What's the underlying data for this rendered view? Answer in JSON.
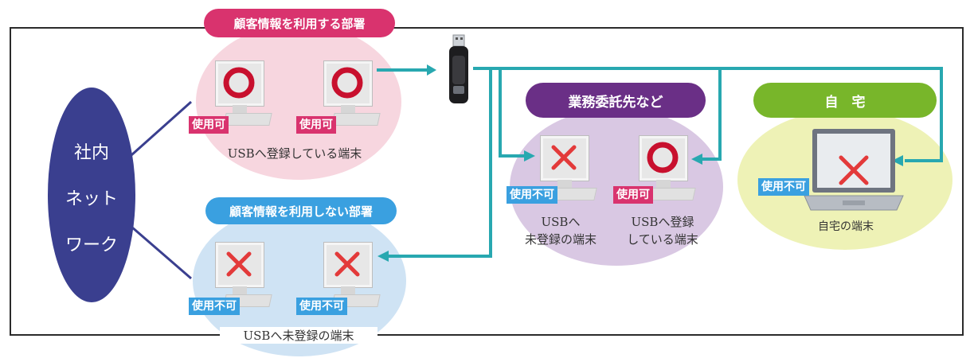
{
  "network": {
    "line1": "社内",
    "line2": "ネット",
    "line3": "ワーク"
  },
  "groups": {
    "using": {
      "label": "顧客情報を利用する部署",
      "caption": "USBへ登録している端末",
      "terminals": [
        {
          "mark": "ok",
          "badge": "使用可"
        },
        {
          "mark": "ok",
          "badge": "使用可"
        }
      ]
    },
    "not_using": {
      "label": "顧客情報を利用しない部署",
      "caption": "USBへ未登録の端末",
      "terminals": [
        {
          "mark": "ng",
          "badge": "使用不可"
        },
        {
          "mark": "ng",
          "badge": "使用不可"
        }
      ]
    },
    "contractor": {
      "label": "業務委託先など",
      "terminals": [
        {
          "mark": "ng",
          "badge": "使用不可",
          "caption_line1": "USBへ",
          "caption_line2": "未登録の端末"
        },
        {
          "mark": "ok",
          "badge": "使用可",
          "caption_line1": "USBへ登録",
          "caption_line2": "している端末"
        }
      ]
    },
    "home": {
      "label": "自　宅",
      "terminal": {
        "mark": "ng",
        "badge": "使用不可"
      },
      "caption": "自宅の端末"
    }
  },
  "colors": {
    "using_bubble": "#f7d6df",
    "using_pill": "#d9336e",
    "not_using_bubble": "#cfe3f4",
    "not_using_pill": "#3aa0e0",
    "contractor_bubble": "#d9c8e3",
    "contractor_pill": "#6a2f86",
    "home_bubble": "#eef2b6",
    "home_pill": "#78b62a",
    "network": "#3a3f8f",
    "connector": "#28a8b0",
    "ok_mark": "#c8102e",
    "ng_mark": "#e33a3a"
  }
}
